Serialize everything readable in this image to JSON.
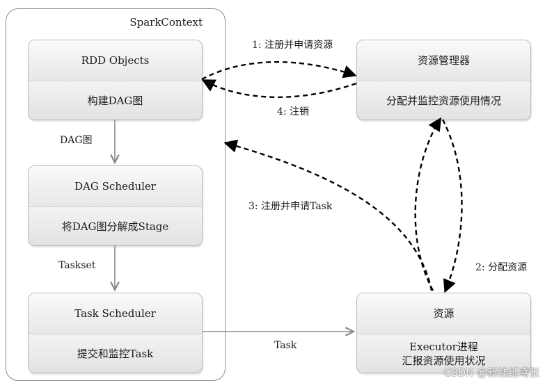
{
  "container": {
    "title": "SparkContext"
  },
  "rdd_objects": {
    "title": "RDD Objects",
    "body": "构建DAG图"
  },
  "dag_scheduler": {
    "title": "DAG Scheduler",
    "body": "将DAG图分解成Stage"
  },
  "task_scheduler": {
    "title": "Task Scheduler",
    "body": "提交和监控Task"
  },
  "resource_manager": {
    "title": "资源管理器",
    "body": "分配并监控资源使用情况"
  },
  "resources": {
    "title": "资源",
    "body_line1": "Executor进程",
    "body_line2": "汇报资源使用状况"
  },
  "labels": {
    "dag_graph": "DAG图",
    "taskset": "Taskset",
    "register_request": "1: 注册并申请资源",
    "deregister": "4: 注销",
    "register_task": "3: 注册并申请Task",
    "allocate": "2: 分配资源",
    "task": "Task"
  },
  "watermark": "CSDN @新线纸鸢张"
}
